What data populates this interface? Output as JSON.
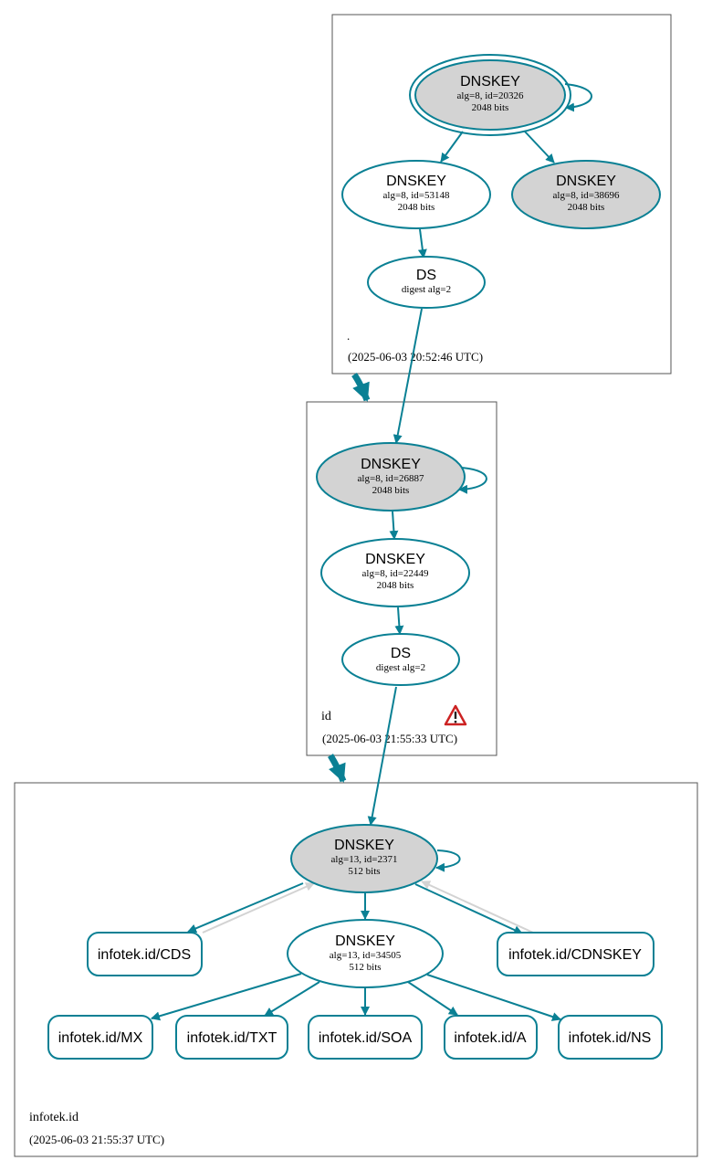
{
  "colors": {
    "edge": "#0a8094",
    "ksk_fill": "#d3d3d3",
    "zsk_fill": "#ffffff",
    "grey_edge": "#d3d3d3",
    "warning": "#cc2222"
  },
  "zones": [
    {
      "name": ".",
      "time": "(2025-06-03 20:52:46 UTC)"
    },
    {
      "name": "id",
      "time": "(2025-06-03 21:55:33 UTC)"
    },
    {
      "name": "infotek.id",
      "time": "(2025-06-03 21:55:37 UTC)"
    }
  ],
  "nodes": {
    "root_ksk": {
      "title": "DNSKEY",
      "line1": "alg=8, id=20326",
      "line2": "2048 bits"
    },
    "root_zsk": {
      "title": "DNSKEY",
      "line1": "alg=8, id=53148",
      "line2": "2048 bits"
    },
    "root_ksk2": {
      "title": "DNSKEY",
      "line1": "alg=8, id=38696",
      "line2": "2048 bits"
    },
    "root_ds": {
      "title": "DS",
      "line1": "digest alg=2"
    },
    "id_ksk": {
      "title": "DNSKEY",
      "line1": "alg=8, id=26887",
      "line2": "2048 bits"
    },
    "id_zsk": {
      "title": "DNSKEY",
      "line1": "alg=8, id=22449",
      "line2": "2048 bits"
    },
    "id_ds": {
      "title": "DS",
      "line1": "digest alg=2"
    },
    "it_ksk": {
      "title": "DNSKEY",
      "line1": "alg=13, id=2371",
      "line2": "512 bits"
    },
    "it_zsk": {
      "title": "DNSKEY",
      "line1": "alg=13, id=34505",
      "line2": "512 bits"
    }
  },
  "records": {
    "cds": "infotek.id/CDS",
    "cdnskey": "infotek.id/CDNSKEY",
    "mx": "infotek.id/MX",
    "txt": "infotek.id/TXT",
    "soa": "infotek.id/SOA",
    "a": "infotek.id/A",
    "ns": "infotek.id/NS"
  }
}
